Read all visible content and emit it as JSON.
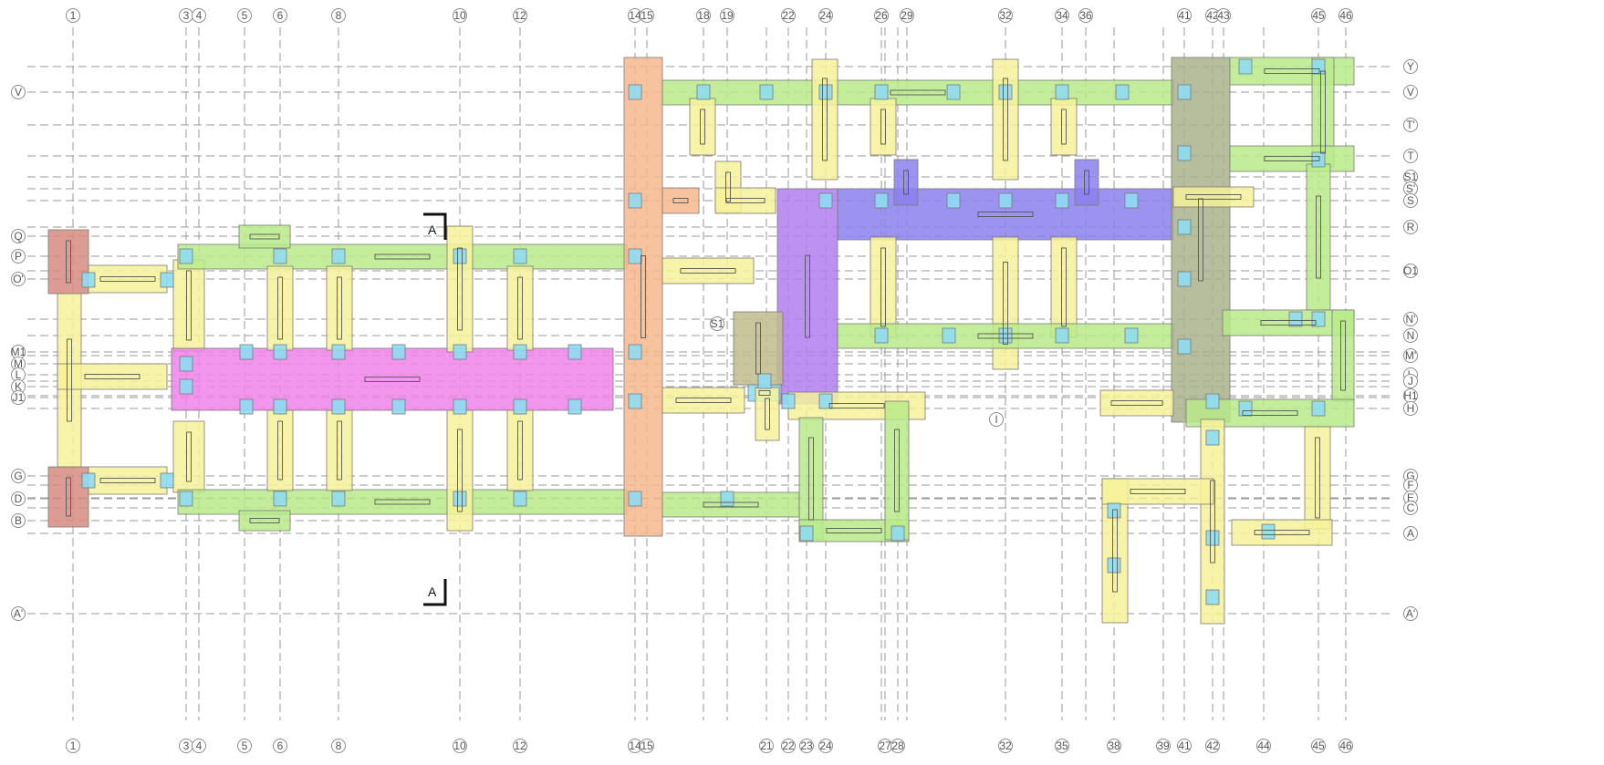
{
  "colors": {
    "green": "#b8ea8a",
    "yellow": "#f6f29a",
    "cyan": "#8edcf2",
    "orange": "#f6b88e",
    "magenta": "#ee82ea",
    "purple": "#b07ef0",
    "violet": "#8b80ee",
    "rust": "#d68a80",
    "olive": "#a9b38c",
    "khaki": "#c2bb8d"
  },
  "grid": {
    "vertical_top": [
      {
        "id": "v1",
        "label": "1"
      },
      {
        "id": "v3",
        "label": "3"
      },
      {
        "id": "v4",
        "label": "4"
      },
      {
        "id": "v5",
        "label": "5"
      },
      {
        "id": "v6",
        "label": "6"
      },
      {
        "id": "v8",
        "label": "8"
      },
      {
        "id": "v10",
        "label": "10"
      },
      {
        "id": "v12",
        "label": "12"
      },
      {
        "id": "v14",
        "label": "14"
      },
      {
        "id": "v15",
        "label": "15"
      },
      {
        "id": "v18",
        "label": "18"
      },
      {
        "id": "v19",
        "label": "19"
      },
      {
        "id": "v22",
        "label": "22"
      },
      {
        "id": "v24",
        "label": "24"
      },
      {
        "id": "v26",
        "label": "26"
      },
      {
        "id": "v29",
        "label": "29"
      },
      {
        "id": "v32",
        "label": "32"
      },
      {
        "id": "v34",
        "label": "34"
      },
      {
        "id": "v36",
        "label": "36"
      },
      {
        "id": "v41",
        "label": "41"
      },
      {
        "id": "v42",
        "label": "42"
      },
      {
        "id": "v43",
        "label": "43"
      },
      {
        "id": "v45",
        "label": "45"
      },
      {
        "id": "v46",
        "label": "46"
      }
    ],
    "vertical_bottom": [
      {
        "id": "v1",
        "label": "1"
      },
      {
        "id": "v3",
        "label": "3"
      },
      {
        "id": "v4",
        "label": "4"
      },
      {
        "id": "v5",
        "label": "5"
      },
      {
        "id": "v6",
        "label": "6"
      },
      {
        "id": "v8",
        "label": "8"
      },
      {
        "id": "v10",
        "label": "10"
      },
      {
        "id": "v12",
        "label": "12"
      },
      {
        "id": "v14",
        "label": "14"
      },
      {
        "id": "v15",
        "label": "15"
      },
      {
        "id": "v21",
        "label": "21"
      },
      {
        "id": "v22",
        "label": "22"
      },
      {
        "id": "v23",
        "label": "23"
      },
      {
        "id": "v24",
        "label": "24"
      },
      {
        "id": "v27",
        "label": "27"
      },
      {
        "id": "v28",
        "label": "28"
      },
      {
        "id": "v32",
        "label": "32"
      },
      {
        "id": "v35",
        "label": "35"
      },
      {
        "id": "v38",
        "label": "38"
      },
      {
        "id": "v39",
        "label": "39"
      },
      {
        "id": "v41",
        "label": "41"
      },
      {
        "id": "v42",
        "label": "42"
      },
      {
        "id": "v44",
        "label": "44"
      },
      {
        "id": "v45",
        "label": "45"
      },
      {
        "id": "v46",
        "label": "46"
      }
    ],
    "horizontal_left": [
      {
        "id": "hV",
        "label": "V"
      },
      {
        "id": "hQ",
        "label": "Q"
      },
      {
        "id": "hP",
        "label": "P"
      },
      {
        "id": "hO",
        "label": "O'"
      },
      {
        "id": "hM1",
        "label": "M1"
      },
      {
        "id": "hM",
        "label": "M"
      },
      {
        "id": "hL",
        "label": "L"
      },
      {
        "id": "hK",
        "label": "K"
      },
      {
        "id": "hJ1",
        "label": "J1"
      },
      {
        "id": "hG",
        "label": "G"
      },
      {
        "id": "hD",
        "label": "D"
      },
      {
        "id": "hB",
        "label": "B"
      },
      {
        "id": "hA2",
        "label": "A'"
      }
    ],
    "horizontal_right": [
      {
        "id": "hY",
        "label": "Y"
      },
      {
        "id": "hV",
        "label": "V"
      },
      {
        "id": "hT2",
        "label": "T'"
      },
      {
        "id": "hT",
        "label": "T"
      },
      {
        "id": "hS1",
        "label": "S1"
      },
      {
        "id": "hS2",
        "label": "S'"
      },
      {
        "id": "hS",
        "label": "S"
      },
      {
        "id": "hR",
        "label": "R"
      },
      {
        "id": "hO1",
        "label": "O1"
      },
      {
        "id": "hN2",
        "label": "N'"
      },
      {
        "id": "hN",
        "label": "N"
      },
      {
        "id": "hM2",
        "label": "M'"
      },
      {
        "id": "hL",
        "label": "L"
      },
      {
        "id": "hJ",
        "label": "J"
      },
      {
        "id": "hH1",
        "label": "H1"
      },
      {
        "id": "hH",
        "label": "H"
      },
      {
        "id": "hG",
        "label": "G"
      },
      {
        "id": "hF",
        "label": "F"
      },
      {
        "id": "hE",
        "label": "E"
      },
      {
        "id": "hC",
        "label": "C"
      },
      {
        "id": "hA",
        "label": "A"
      },
      {
        "id": "hA2",
        "label": "A'"
      }
    ],
    "inner": [
      {
        "id": "hS1",
        "label": "S1"
      },
      {
        "id": "hI",
        "label": "I"
      }
    ]
  },
  "section_marks": {
    "top": "A",
    "bottom": "A"
  },
  "legend_rows": []
}
